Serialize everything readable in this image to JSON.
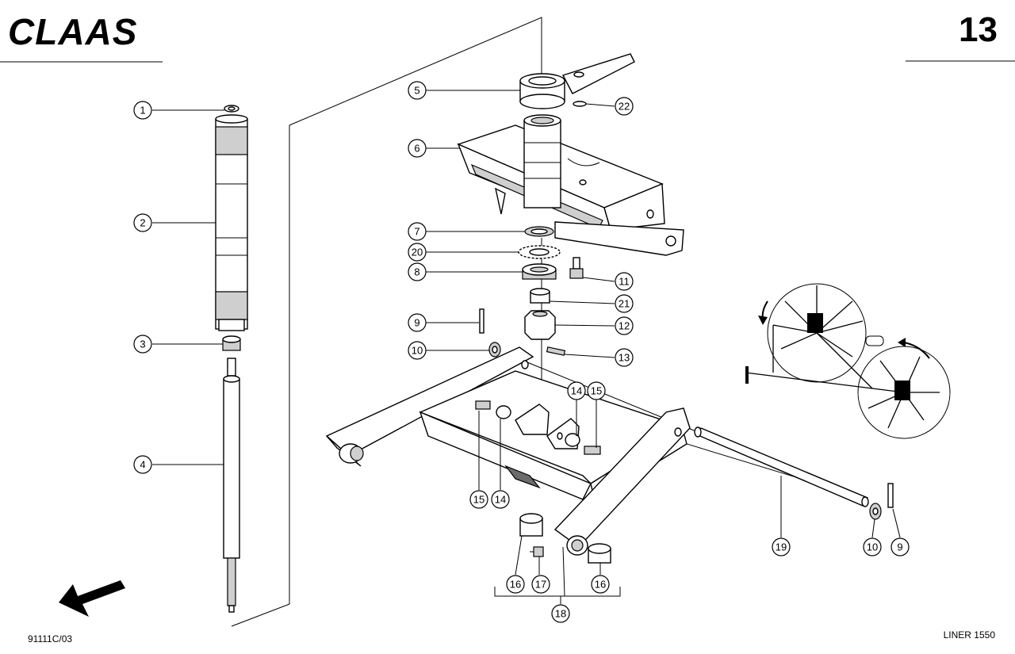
{
  "header": {
    "brand_logo_text": "CLAAS",
    "page_number": "13"
  },
  "footer": {
    "drawing_code": "91111C/03",
    "model": "LINER 1550"
  },
  "callouts": [
    "1",
    "2",
    "3",
    "4",
    "5",
    "6",
    "7",
    "20",
    "8",
    "9",
    "10",
    "11",
    "21",
    "12",
    "13",
    "14",
    "15",
    "15",
    "14",
    "16",
    "17",
    "16",
    "18",
    "19",
    "10",
    "9",
    "22"
  ],
  "icons": {
    "direction_arrow": "arrow-down-left-icon",
    "overview": "rake-overview-icon"
  }
}
